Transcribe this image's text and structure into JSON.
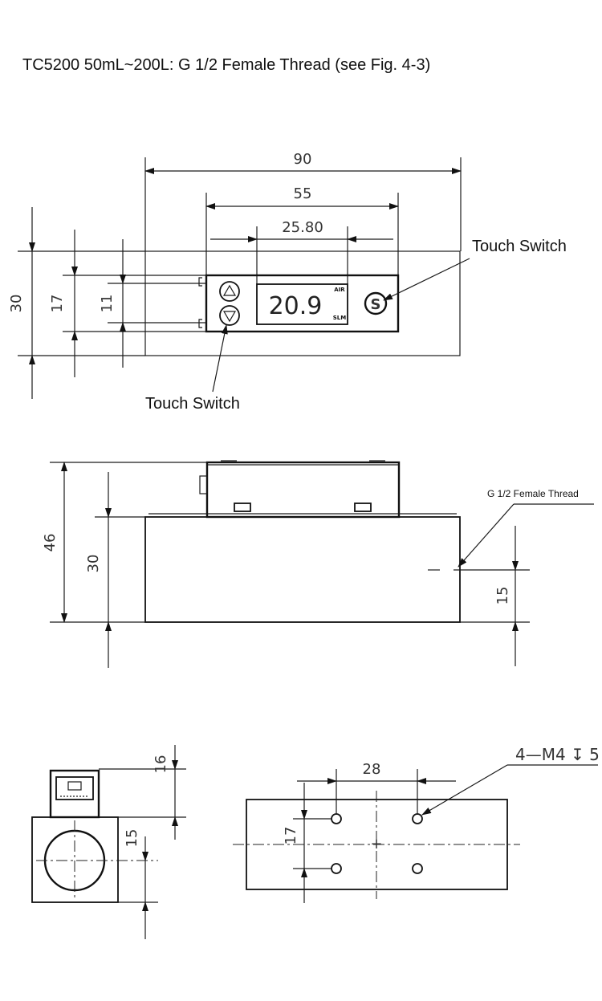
{
  "title": "TC5200 50mL~200L: G 1/2 Female Thread (see Fig. 4-3)",
  "front_view": {
    "dims": {
      "overall_width": "90",
      "panel_width": "55",
      "display_width": "25.80",
      "height": "30",
      "panel_height": "17",
      "display_height": "11"
    },
    "display_value": "20.9",
    "air_label": "AIR",
    "slm_label": "SLM",
    "s_button": "S",
    "callout_right": "Touch Switch",
    "callout_bottom": "Touch Switch"
  },
  "side_view": {
    "dims": {
      "total_height": "46",
      "body_height": "30",
      "thread_height": "15"
    },
    "thread_label": "G 1/2 Female Thread"
  },
  "end_view": {
    "dims": {
      "connector_height": "16",
      "center_height": "15"
    }
  },
  "bottom_view": {
    "dims": {
      "hole_spacing_x": "28",
      "hole_spacing_y": "17"
    },
    "hole_label": "4—M4 ↧ 5"
  }
}
